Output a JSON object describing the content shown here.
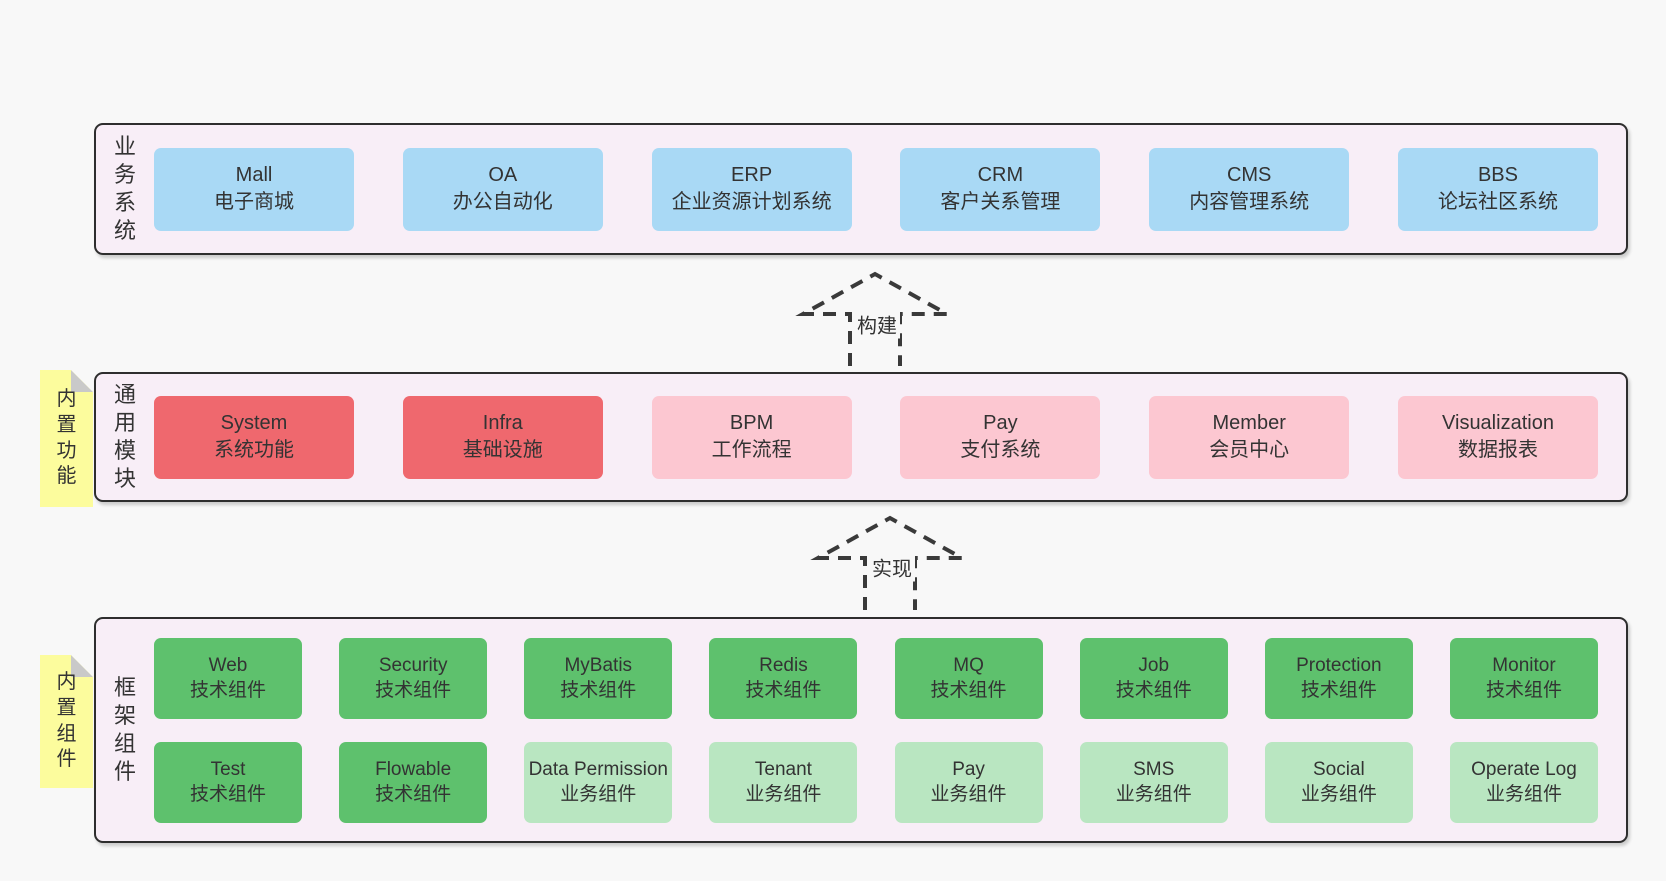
{
  "colors": {
    "blue": "#a9d9f5",
    "red": "#ef686e",
    "pink": "#fcc7d1",
    "green": "#5ec16d",
    "lightGreen": "#b9e6c1",
    "panelBg": "#f8eef7",
    "stickyYellow": "#fcfc9d",
    "text": "#333333"
  },
  "arrows": [
    {
      "label": "构建"
    },
    {
      "label": "实现"
    }
  ],
  "panels": [
    {
      "label": "业务系统",
      "rows": [
        [
          {
            "en": "Mall",
            "zh": "电子商城",
            "type": "blue"
          },
          {
            "en": "OA",
            "zh": "办公自动化",
            "type": "blue"
          },
          {
            "en": "ERP",
            "zh": "企业资源计划系统",
            "type": "blue"
          },
          {
            "en": "CRM",
            "zh": "客户关系管理",
            "type": "blue"
          },
          {
            "en": "CMS",
            "zh": "内容管理系统",
            "type": "blue"
          },
          {
            "en": "BBS",
            "zh": "论坛社区系统",
            "type": "blue"
          }
        ]
      ]
    },
    {
      "label": "通用模块",
      "sticky": "内置功能",
      "rows": [
        [
          {
            "en": "System",
            "zh": "系统功能",
            "type": "red"
          },
          {
            "en": "Infra",
            "zh": "基础设施",
            "type": "red"
          },
          {
            "en": "BPM",
            "zh": "工作流程",
            "type": "pink"
          },
          {
            "en": "Pay",
            "zh": "支付系统",
            "type": "pink"
          },
          {
            "en": "Member",
            "zh": "会员中心",
            "type": "pink"
          },
          {
            "en": "Visualization",
            "zh": "数据报表",
            "type": "pink"
          }
        ]
      ]
    },
    {
      "label": "框架组件",
      "sticky": "内置组件",
      "rows": [
        [
          {
            "en": "Web",
            "zh": "技术组件",
            "type": "green"
          },
          {
            "en": "Security",
            "zh": "技术组件",
            "type": "green"
          },
          {
            "en": "MyBatis",
            "zh": "技术组件",
            "type": "green"
          },
          {
            "en": "Redis",
            "zh": "技术组件",
            "type": "green"
          },
          {
            "en": "MQ",
            "zh": "技术组件",
            "type": "green"
          },
          {
            "en": "Job",
            "zh": "技术组件",
            "type": "green"
          },
          {
            "en": "Protection",
            "zh": "技术组件",
            "type": "green"
          },
          {
            "en": "Monitor",
            "zh": "技术组件",
            "type": "green"
          }
        ],
        [
          {
            "en": "Test",
            "zh": "技术组件",
            "type": "green"
          },
          {
            "en": "Flowable",
            "zh": "技术组件",
            "type": "green"
          },
          {
            "en": "Data Permission",
            "zh": "业务组件",
            "type": "lightGreen"
          },
          {
            "en": "Tenant",
            "zh": "业务组件",
            "type": "lightGreen"
          },
          {
            "en": "Pay",
            "zh": "业务组件",
            "type": "lightGreen"
          },
          {
            "en": "SMS",
            "zh": "业务组件",
            "type": "lightGreen"
          },
          {
            "en": "Social",
            "zh": "业务组件",
            "type": "lightGreen"
          },
          {
            "en": "Operate Log",
            "zh": "业务组件",
            "type": "lightGreen"
          }
        ]
      ]
    }
  ]
}
